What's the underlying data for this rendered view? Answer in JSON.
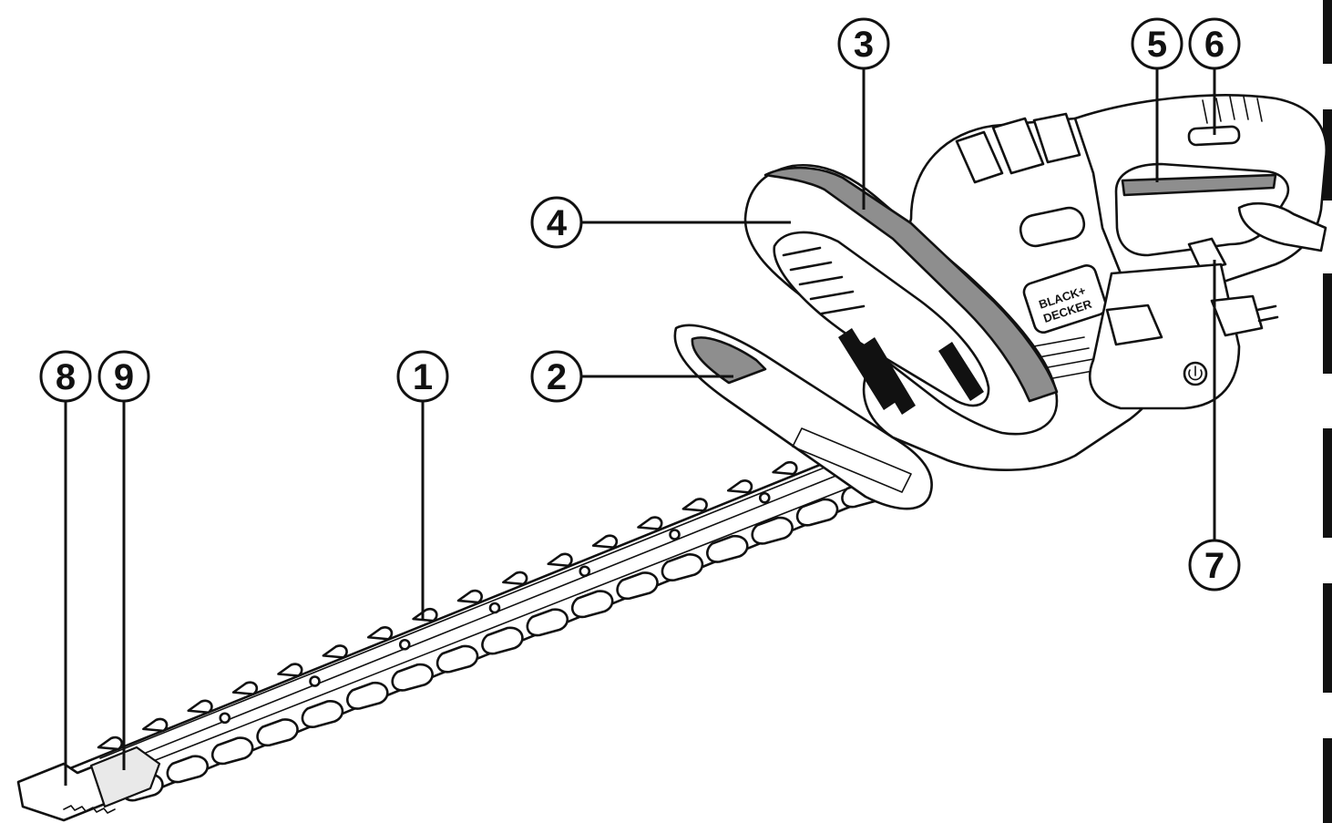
{
  "callouts": [
    {
      "id": "1",
      "label": "1"
    },
    {
      "id": "2",
      "label": "2"
    },
    {
      "id": "3",
      "label": "3"
    },
    {
      "id": "4",
      "label": "4"
    },
    {
      "id": "5",
      "label": "5"
    },
    {
      "id": "6",
      "label": "6"
    },
    {
      "id": "7",
      "label": "7"
    },
    {
      "id": "8",
      "label": "8"
    },
    {
      "id": "9",
      "label": "9"
    }
  ],
  "logo": {
    "line1": "BLACK+",
    "line2": "DECKER"
  },
  "icons": {
    "power-symbol": "power-icon"
  },
  "colors": {
    "line": "#111111",
    "shaded": "#8e8e8e",
    "background": "#ffffff"
  }
}
